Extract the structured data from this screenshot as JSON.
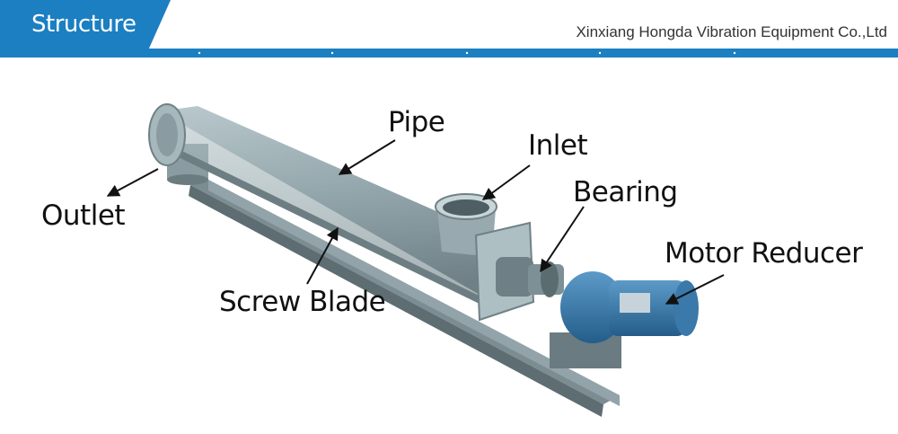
{
  "header": {
    "title": "Structure",
    "company": "Xinxiang Hongda Vibration Equipment Co.,Ltd"
  },
  "labels": {
    "pipe": "Pipe",
    "inlet": "Inlet",
    "outlet": "Outlet",
    "bearing": "Bearing",
    "motor_reducer": "Motor Reducer",
    "screw_blade": "Screw Blade"
  },
  "colors": {
    "accent": "#1b7fc2",
    "pipe": "#8fa3a8",
    "motor": "#2f6fa0"
  }
}
